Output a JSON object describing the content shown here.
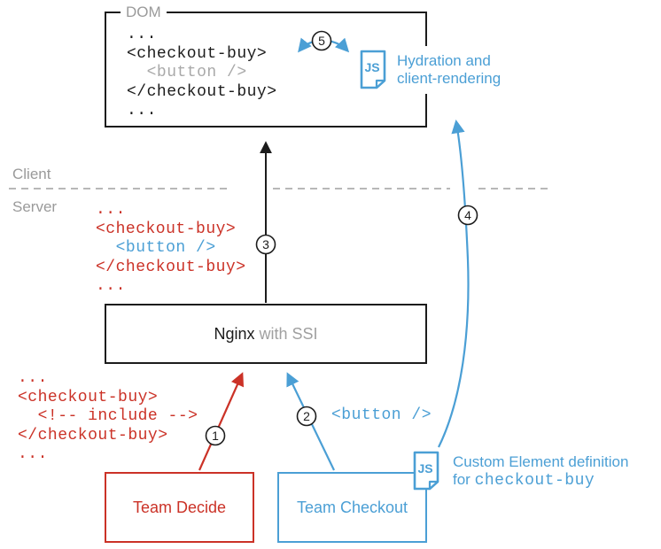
{
  "colors": {
    "red": "#cb3227",
    "blue": "#4b9fd5",
    "gray": "#9a9a9a",
    "dark": "#1c1c1c",
    "code_gray": "#a9a9a9"
  },
  "lanes": {
    "client": "Client",
    "server": "Server"
  },
  "dom_box": {
    "label": "DOM",
    "code": {
      "l1": "...",
      "l2": "<checkout-buy>",
      "l3": "  <button />",
      "l4": "</checkout-buy>",
      "l5": "..."
    }
  },
  "server_code": {
    "l1": "...",
    "l2": "<checkout-buy>",
    "l3": "  <button />",
    "l4": "</checkout-buy>",
    "l5": "..."
  },
  "include_code": {
    "l1": "...",
    "l2": "<checkout-buy>",
    "l3": "  <!-- include -->",
    "l4": "</checkout-buy>",
    "l5": "..."
  },
  "nginx_box": {
    "name": "Nginx",
    "suffix": " with SSI"
  },
  "hydration": {
    "icon": "JS",
    "line1": "Hydration and",
    "line2": "client-rendering"
  },
  "custom_element": {
    "icon": "JS",
    "line1": "Custom Element definition",
    "line2_prefix": "for ",
    "line2_code": "checkout-buy"
  },
  "fragment_label": "<button />",
  "teams": {
    "decide": "Team Decide",
    "checkout": "Team Checkout"
  },
  "steps": {
    "s1": "1",
    "s2": "2",
    "s3": "3",
    "s4": "4",
    "s5": "5"
  }
}
